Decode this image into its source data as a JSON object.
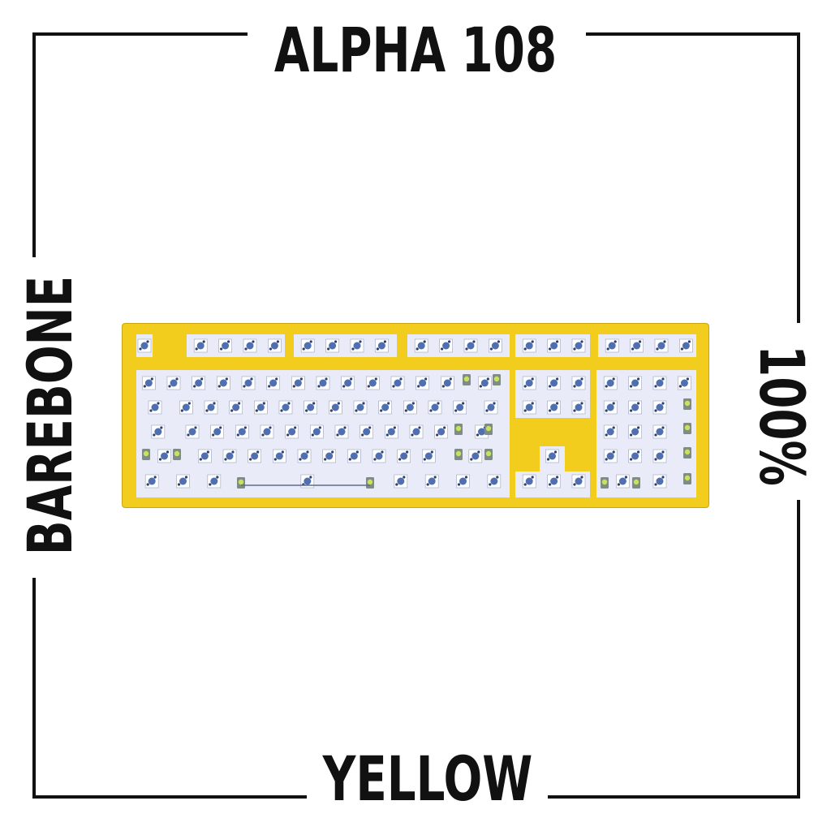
{
  "product": {
    "title_top": "ALPHA 108",
    "title_bottom": "YELLOW",
    "title_left": "BAREBONE",
    "title_right": "100%"
  },
  "image": {
    "subject": "keyboard-case-top-view",
    "case_color": "#F3CD1E",
    "plate_color": "#E9ECF8",
    "switch_socket_color": "#4F6FB0",
    "stabilizer_color": "#7F8B86"
  },
  "colors": {
    "frame": "#111111",
    "text": "#111111",
    "background": "#FFFFFF"
  }
}
